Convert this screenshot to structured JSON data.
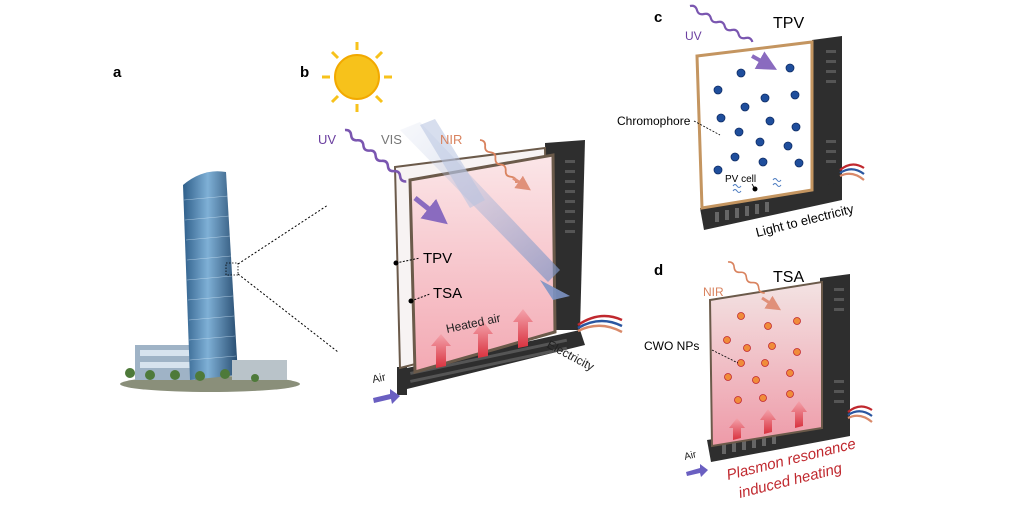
{
  "panels": {
    "a": {
      "letter": "a"
    },
    "b": {
      "letter": "b",
      "uv": "UV",
      "vis": "VIS",
      "nir": "NIR",
      "tpv": "TPV",
      "tsa": "TSA",
      "heated_air": "Heated air",
      "air": "Air",
      "electricity": "Electricity"
    },
    "c": {
      "letter": "c",
      "title": "TPV",
      "uv": "UV",
      "chromophore": "Chromophore",
      "pv_cell": "PV cell",
      "light_to_electricity": "Light to electricity"
    },
    "d": {
      "letter": "d",
      "title": "TSA",
      "nir": "NIR",
      "cwo": "CWO NPs",
      "air": "Air",
      "plasmon_line1": "Plasmon resonance",
      "plasmon_line2": "induced heating"
    }
  },
  "colors": {
    "uv": "#6b3fa0",
    "nir": "#d98a6a",
    "glass_pink": "#f6c9cf",
    "frame": "#2e2e2e",
    "chromophore": "#1f4e9c",
    "nanoparticle": "#f08c3a",
    "heat_arrow": "#e8505b",
    "air_arrow": "#6a5fc1",
    "plasmon_text": "#c0282e",
    "sun": "#f7c21b"
  }
}
